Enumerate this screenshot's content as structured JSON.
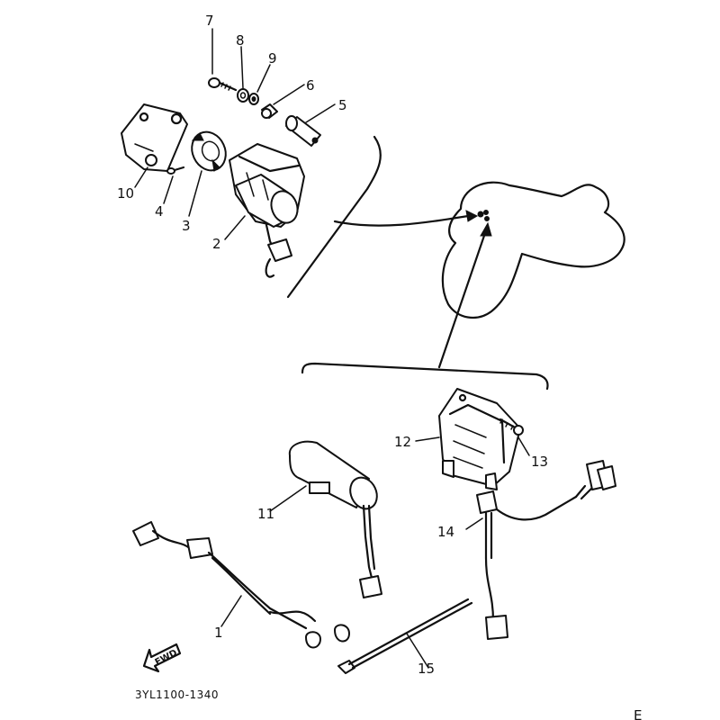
{
  "callouts": {
    "c1": "1",
    "c2": "2",
    "c3": "3",
    "c4": "4",
    "c5": "5",
    "c6": "6",
    "c7": "7",
    "c8": "8",
    "c9": "9",
    "c10": "10",
    "c11": "11",
    "c12": "12",
    "c13": "13",
    "c14": "14",
    "c15": "15"
  },
  "forward_label": "FWD",
  "drawing_code": "3YL1100-1340",
  "corner_mark": "E"
}
